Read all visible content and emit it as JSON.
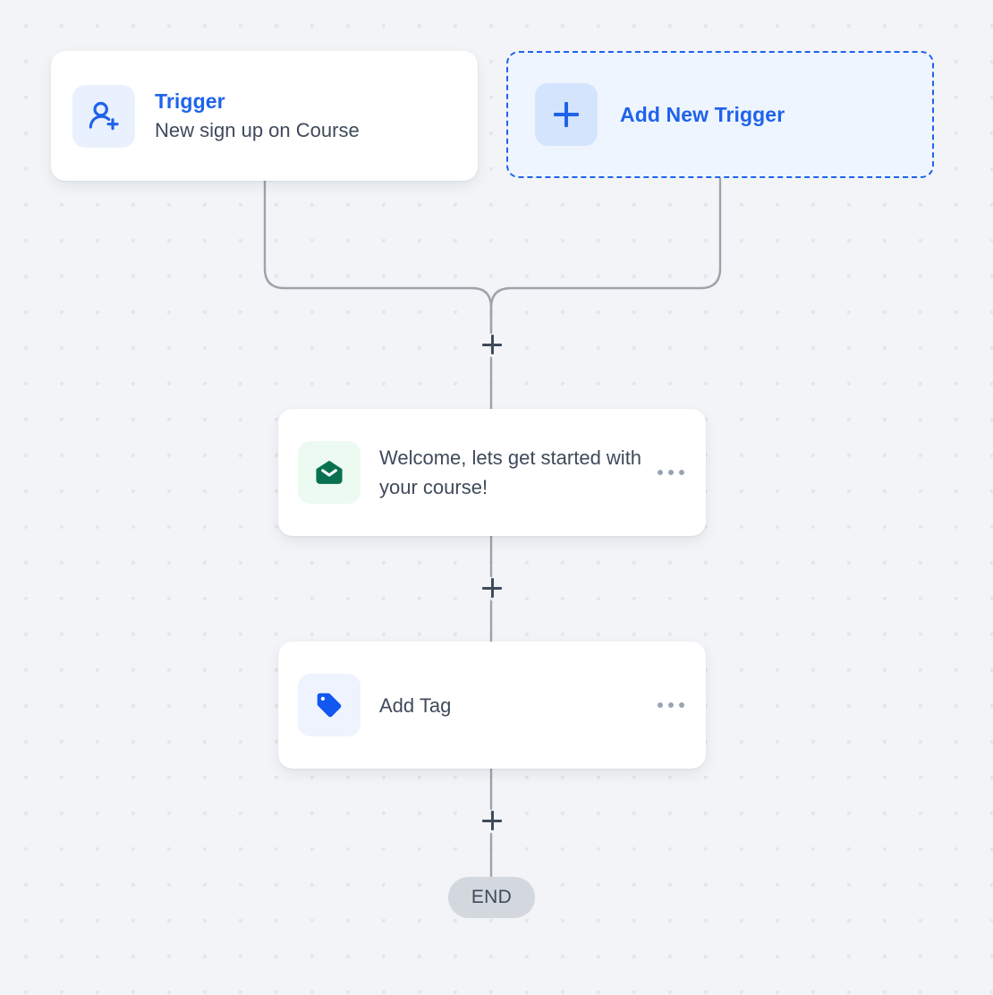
{
  "canvas": {
    "background_color": "#f2f4f7",
    "grid_dot_color": "#e5e6e8",
    "connector_color": "#9ea3ab"
  },
  "workflow": {
    "trigger_node": {
      "icon": "user-plus-icon",
      "icon_color": "#1e63eb",
      "title": "Trigger",
      "title_color": "#1e63eb",
      "subtitle": "New sign up on Course"
    },
    "add_trigger_node": {
      "icon": "plus-icon",
      "label": "Add New Trigger",
      "accent_color": "#1e63eb",
      "background_color": "#eff5ff"
    },
    "steps": [
      {
        "icon": "envelope-icon",
        "icon_color": "#0a7150",
        "label": "Welcome, lets get started with your course!",
        "menu": "ellipsis-icon"
      },
      {
        "icon": "tag-icon",
        "icon_color": "#1157f0",
        "label": "Add Tag",
        "menu": "ellipsis-icon"
      }
    ],
    "add_step_buttons": [
      {
        "name": "add-step-after-triggers"
      },
      {
        "name": "add-step-after-email"
      },
      {
        "name": "add-step-after-tag"
      }
    ],
    "end_node": {
      "label": "END",
      "background_color": "#d3d7de"
    }
  }
}
